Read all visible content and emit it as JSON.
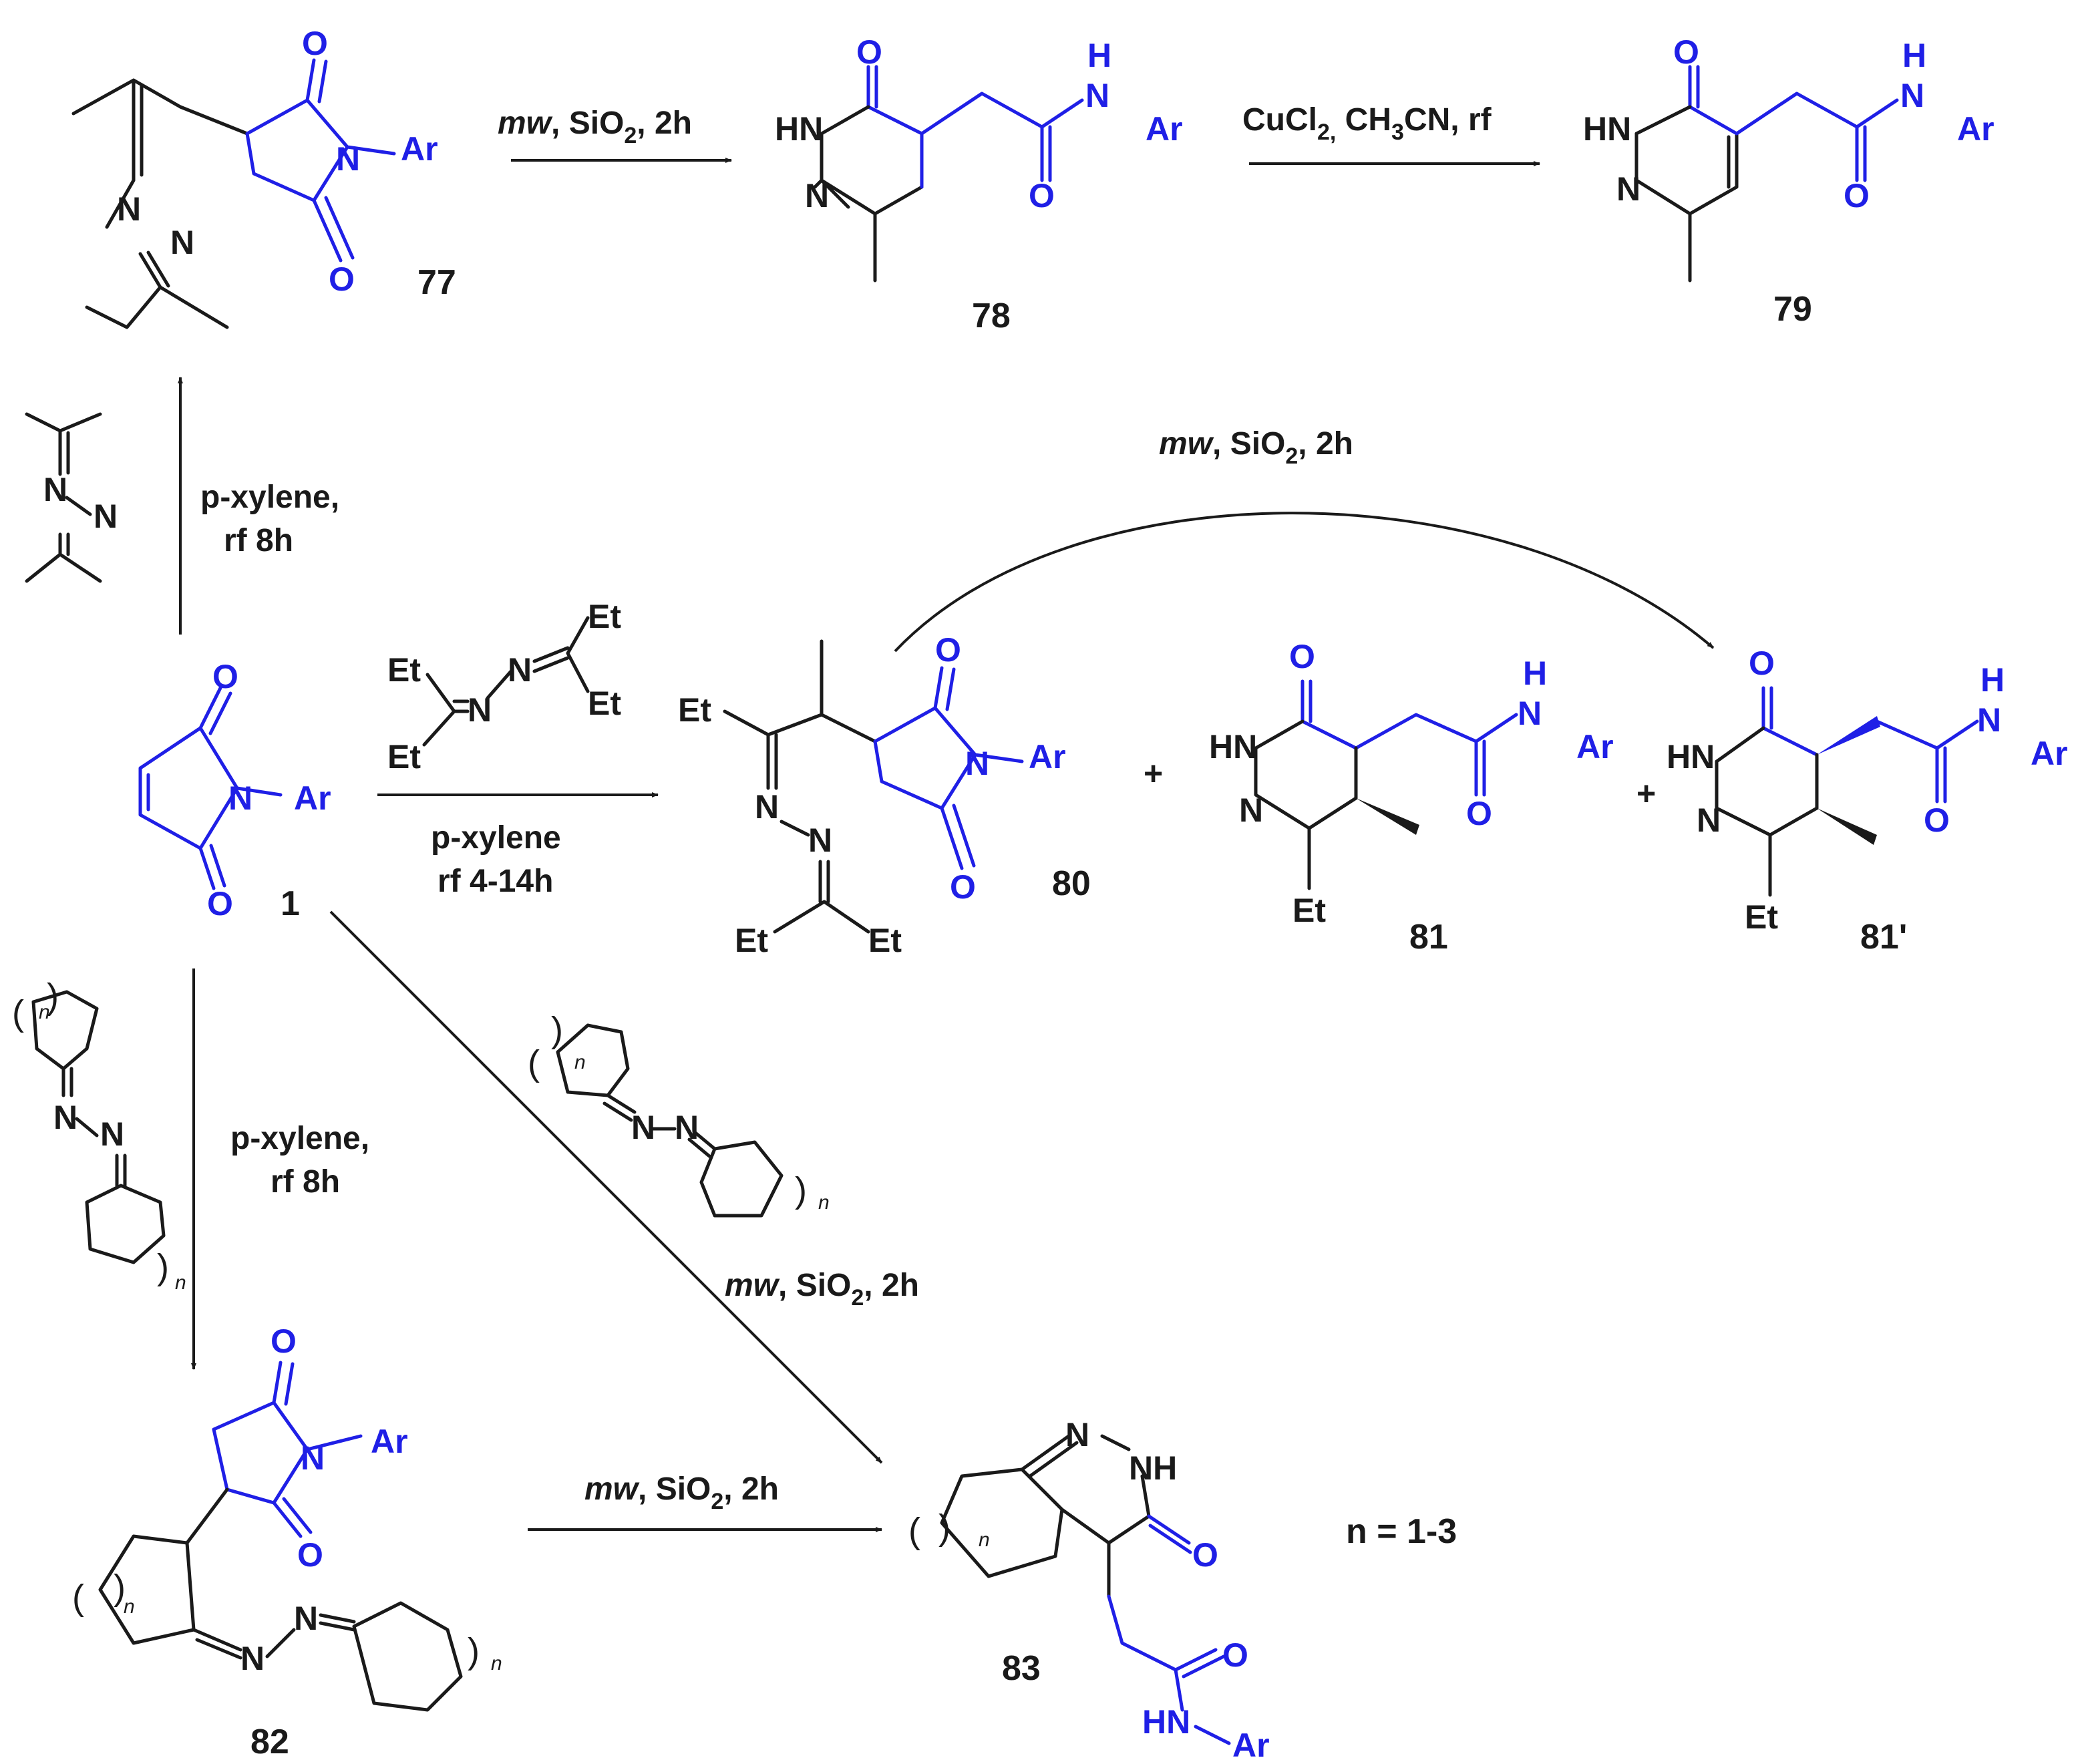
{
  "compounds": {
    "c1": "1",
    "c77": "77",
    "c78": "78",
    "c79": "79",
    "c80": "80",
    "c81": "81",
    "c81p": "81'",
    "c82": "82",
    "c83": "83"
  },
  "conditions": {
    "mw_sio2_label": "mw",
    "mw_sio2_rest": ", SiO",
    "mw_sio2_sub": "2",
    "mw_sio2_time": ", 2h",
    "cucl2_a": "CuCl",
    "cucl2_sub": "2,",
    "cucl2_b": " CH",
    "cucl2_sub3": "3",
    "cucl2_c": "CN, rf",
    "pxylene": "p-xylene,",
    "rf8h": "rf 8h",
    "pxylene_plain": "p-xylene",
    "rf414h": "rf 4-14h"
  },
  "atoms": {
    "O": "O",
    "N": "N",
    "H": "H",
    "HN": "HN",
    "NH": "NH",
    "Ar": "Ar",
    "Et": "Et",
    "n": "n",
    "plus": "+",
    "paren_open": "(",
    "paren_close": ")"
  },
  "footnote": "n = 1-3",
  "colors": {
    "maleimide_blue": "#1f1fe6",
    "scaffold_black": "#1a1a1a"
  }
}
